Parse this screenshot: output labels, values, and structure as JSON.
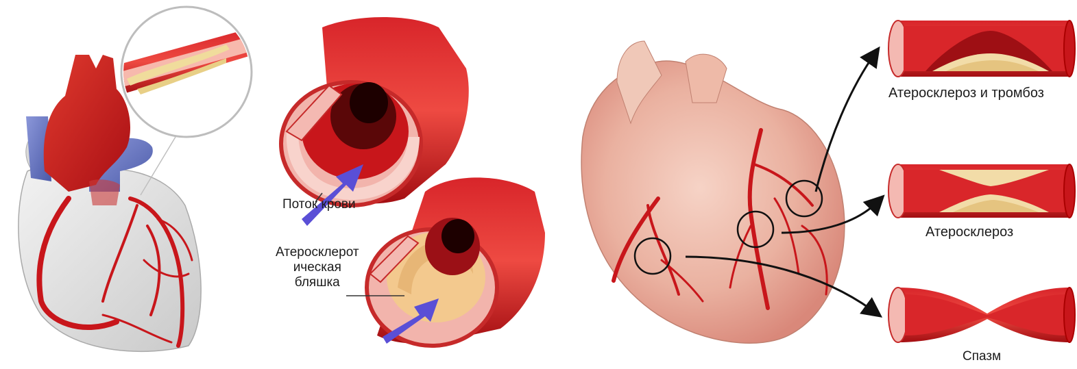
{
  "labels": {
    "blood_flow": "Поток крови",
    "plaque_line1": "Атеросклерот",
    "plaque_line2": "ическая",
    "plaque_line3": "бляшка",
    "atherosclerosis_thrombosis": "Атеросклероз и тромбоз",
    "atherosclerosis": "Атеросклероз",
    "spasm": "Спазм"
  },
  "colors": {
    "artery_red": "#c8161b",
    "vein_blue": "#5a68b8",
    "flow_arrow": "#5a4fd6",
    "plaque": "#f2d89a",
    "vessel_wall": "#f4b9b2",
    "heart_flesh": "#e9a896"
  }
}
